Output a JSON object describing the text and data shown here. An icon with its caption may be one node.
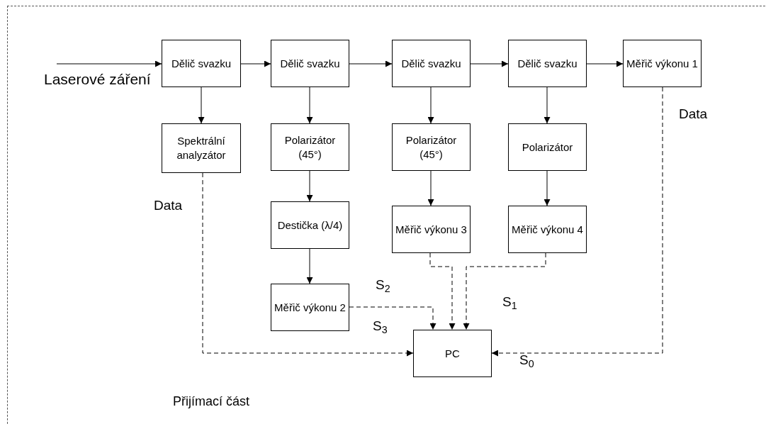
{
  "diagram": {
    "nodes": [
      {
        "text": [
          "Dělič svazku"
        ]
      },
      {
        "text": [
          "Dělič svazku"
        ]
      },
      {
        "text": [
          "Dělič svazku"
        ]
      },
      {
        "text": [
          "Dělič svazku"
        ]
      },
      {
        "text": [
          "Měřič výkonu 1"
        ]
      },
      {
        "text": [
          "Spektrální analyzátor"
        ]
      },
      {
        "text": [
          "Polarizátor (45°)"
        ]
      },
      {
        "text": [
          "Polarizátor (45°)"
        ]
      },
      {
        "text": [
          "Polarizátor"
        ]
      },
      {
        "text": [
          "Destička (λ/4)"
        ]
      },
      {
        "text": [
          "Měřič výkonu 3"
        ]
      },
      {
        "text": [
          "Měřič výkonu 4"
        ]
      },
      {
        "text": [
          "Měřič výkonu 2"
        ]
      },
      {
        "text": [
          "PC"
        ]
      }
    ],
    "edges": [
      {
        "from": null,
        "to": 0,
        "arrow": "to"
      },
      {
        "from": 0,
        "to": 1,
        "arrow": "to"
      },
      {
        "from": 1,
        "to": 2,
        "arrow": "to"
      },
      {
        "from": 2,
        "to": 3,
        "arrow": "to"
      },
      {
        "from": 3,
        "to": 4,
        "arrow": "to"
      },
      {
        "from": 0,
        "to": 5,
        "arrow": "to"
      },
      {
        "from": 1,
        "to": 6,
        "arrow": "to"
      },
      {
        "from": 2,
        "to": 7,
        "arrow": "to"
      },
      {
        "from": 3,
        "to": 8,
        "arrow": "to"
      },
      {
        "from": 6,
        "to": 9,
        "arrow": "to"
      },
      {
        "from": 9,
        "to": 12,
        "arrow": "to"
      },
      {
        "from": 7,
        "to": 10,
        "arrow": "to"
      },
      {
        "from": 8,
        "to": 11,
        "arrow": "to"
      },
      {
        "from": 12,
        "to": 13,
        "arrow": "to",
        "style": "dashed"
      },
      {
        "from": 10,
        "to": 13,
        "arrow": "to",
        "style": "dashed"
      },
      {
        "from": 11,
        "to": 13,
        "arrow": "to",
        "style": "dashed"
      },
      {
        "from": 5,
        "to": 13,
        "arrow": "to",
        "style": "dashed"
      },
      {
        "from": 4,
        "to": 13,
        "arrow": "to",
        "style": "dashed"
      }
    ],
    "labels": [
      "Laserové záření",
      "Data",
      "Data",
      "S$_{2}$",
      "S$_{1}$",
      "S$_{3}$",
      "S$_{0}$",
      "Přijímací část"
    ]
  }
}
